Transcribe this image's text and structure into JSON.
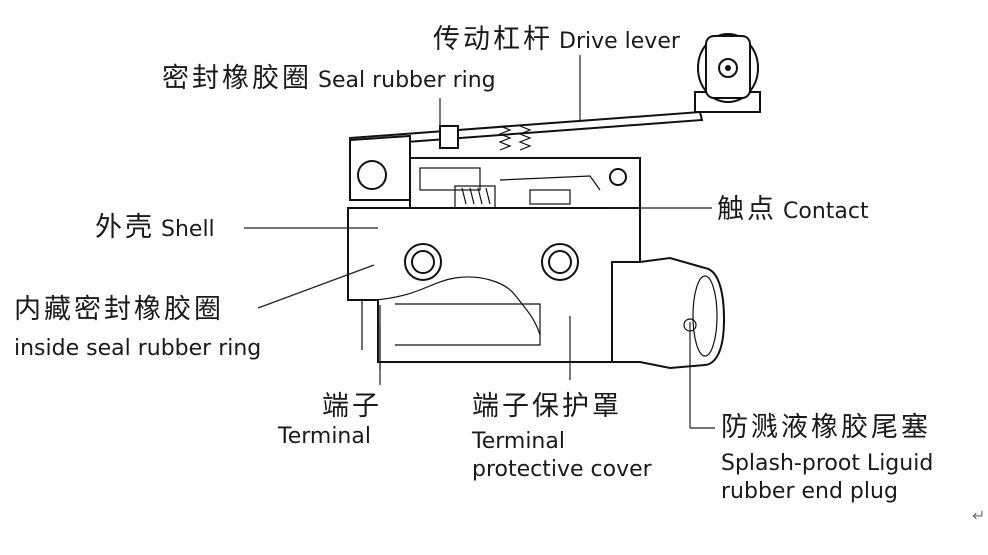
{
  "labels": {
    "drive_lever": {
      "zh": "传动杠杆",
      "en": "Drive lever"
    },
    "seal_ring": {
      "zh": "密封橡胶圈",
      "en": "Seal rubber ring"
    },
    "contact": {
      "zh": "触点",
      "en": "Contact"
    },
    "shell": {
      "zh": "外壳",
      "en": "Shell"
    },
    "inside_seal": {
      "zh": "内藏密封橡胶圈",
      "en": "inside seal rubber ring"
    },
    "terminal": {
      "zh": "端子",
      "en": "Terminal"
    },
    "terminal_cover": {
      "zh": "端子保护罩",
      "en_line1": "Terminal",
      "en_line2": "protective cover"
    },
    "end_plug": {
      "zh": "防溅液橡胶尾塞",
      "en_line1": "Splash-proot Liguid",
      "en_line2": "rubber end plug"
    }
  },
  "return_mark": "↵"
}
